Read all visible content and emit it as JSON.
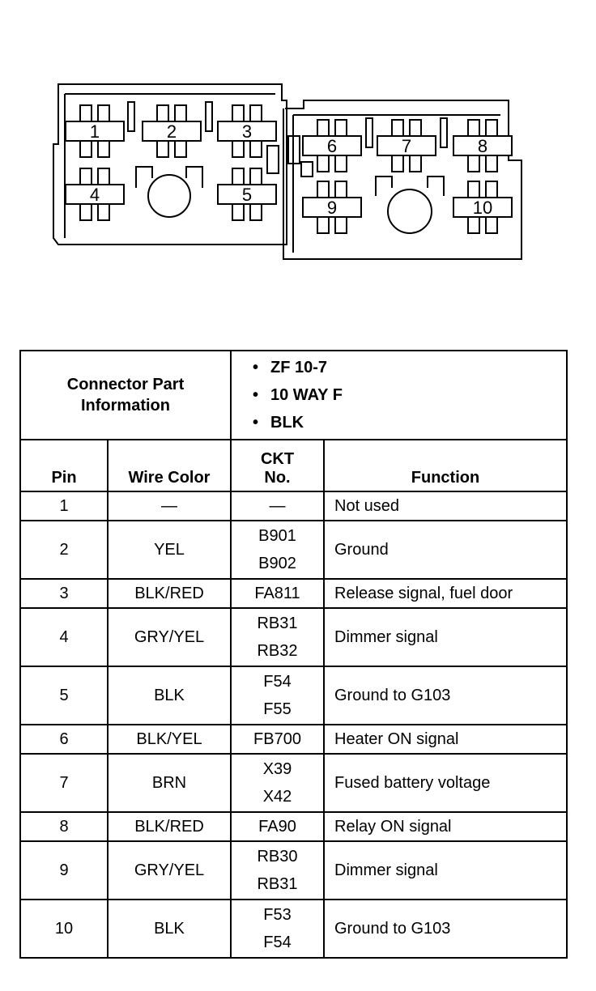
{
  "connector": {
    "left_cavities": [
      "1",
      "2",
      "3",
      "4",
      "5"
    ],
    "right_cavities": [
      "6",
      "7",
      "8",
      "9",
      "10"
    ]
  },
  "part_info": {
    "header_line1": "Connector Part",
    "header_line2": "Information",
    "items": [
      "ZF 10-7",
      "10 WAY F",
      "BLK"
    ]
  },
  "columns": {
    "pin": "Pin",
    "wire_color": "Wire Color",
    "ckt_line1": "CKT",
    "ckt_line2": "No.",
    "function": "Function"
  },
  "rows": [
    {
      "pin": "1",
      "wire": "—",
      "ckt": [
        "—"
      ],
      "function": "Not used"
    },
    {
      "pin": "2",
      "wire": "YEL",
      "ckt": [
        "B901",
        "B902"
      ],
      "function": "Ground"
    },
    {
      "pin": "3",
      "wire": "BLK/RED",
      "ckt": [
        "FA811"
      ],
      "function": "Release signal, fuel door"
    },
    {
      "pin": "4",
      "wire": "GRY/YEL",
      "ckt": [
        "RB31",
        "RB32"
      ],
      "function": "Dimmer signal"
    },
    {
      "pin": "5",
      "wire": "BLK",
      "ckt": [
        "F54",
        "F55"
      ],
      "function": "Ground to G103"
    },
    {
      "pin": "6",
      "wire": "BLK/YEL",
      "ckt": [
        "FB700"
      ],
      "function": "Heater ON signal"
    },
    {
      "pin": "7",
      "wire": "BRN",
      "ckt": [
        "X39",
        "X42"
      ],
      "function": "Fused battery voltage"
    },
    {
      "pin": "8",
      "wire": "BLK/RED",
      "ckt": [
        "FA90"
      ],
      "function": "Relay ON signal"
    },
    {
      "pin": "9",
      "wire": "GRY/YEL",
      "ckt": [
        "RB30",
        "RB31"
      ],
      "function": "Dimmer signal"
    },
    {
      "pin": "10",
      "wire": "BLK",
      "ckt": [
        "F53",
        "F54"
      ],
      "function": "Ground to G103"
    }
  ]
}
